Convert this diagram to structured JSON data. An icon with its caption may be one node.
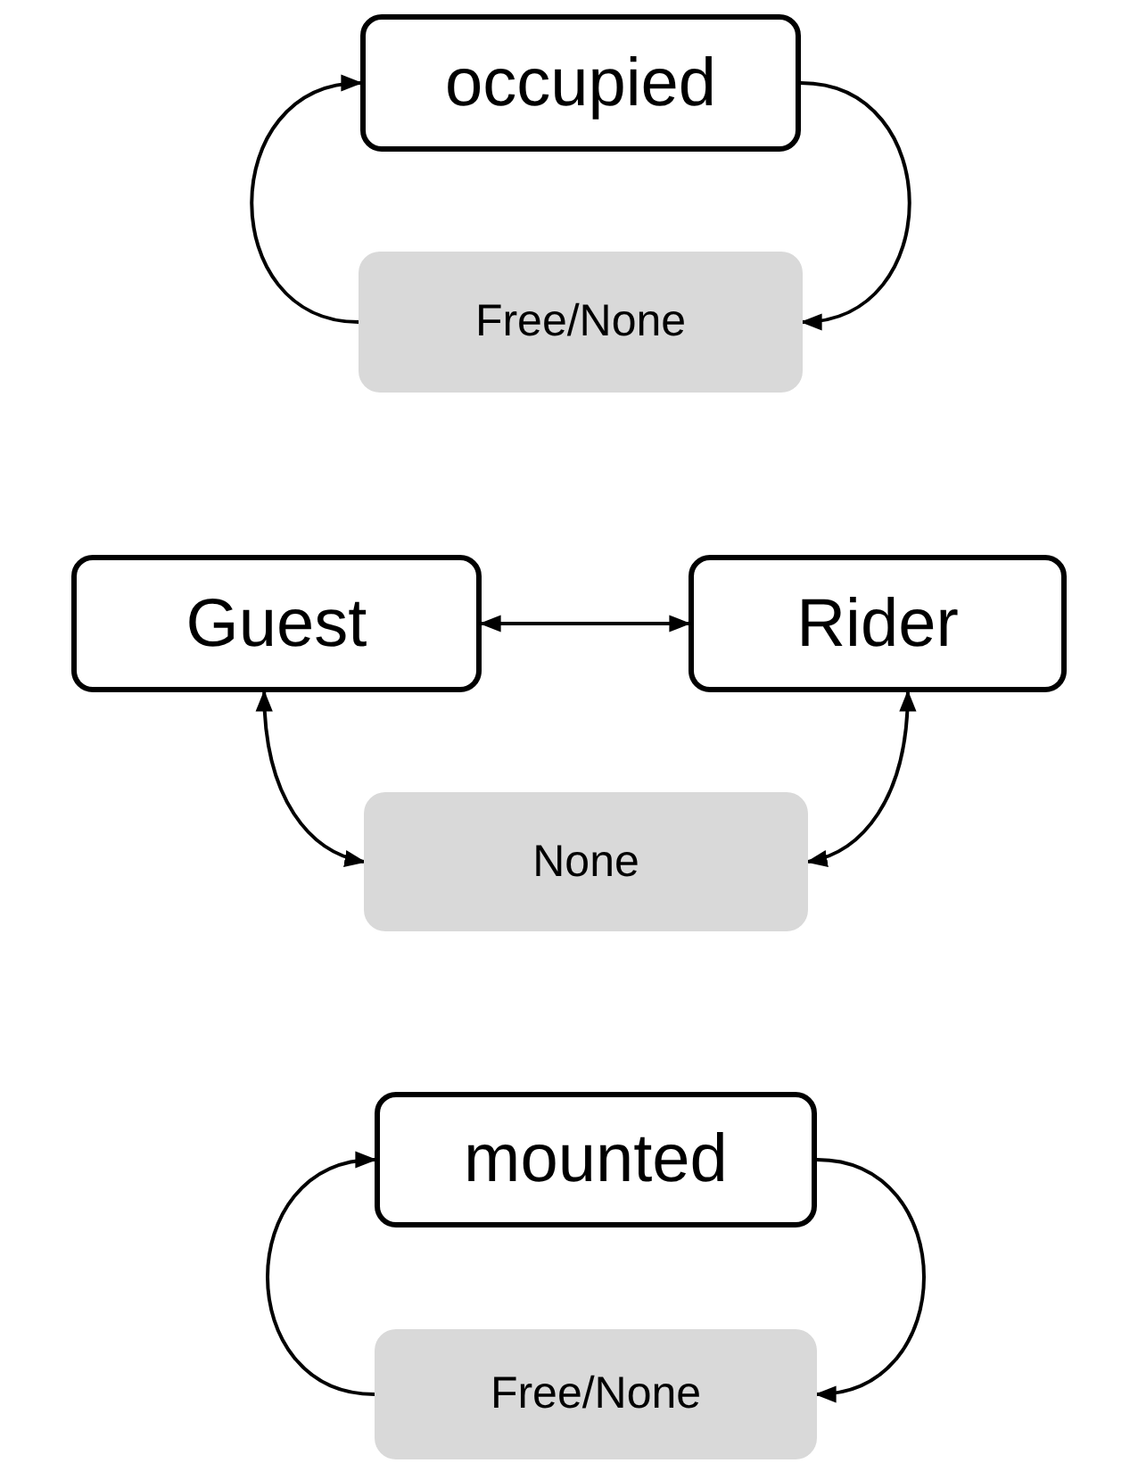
{
  "diagram": {
    "nodes": [
      {
        "text": [
          "occupied"
        ]
      },
      {
        "text": [
          "Free/None"
        ]
      },
      {
        "text": [
          "Guest"
        ]
      },
      {
        "text": [
          "Rider"
        ]
      },
      {
        "text": [
          "None"
        ]
      },
      {
        "text": [
          "mounted"
        ]
      },
      {
        "text": [
          "Free/None"
        ]
      }
    ],
    "edges": [
      {
        "from": 1,
        "to": 0,
        "arrow": "to"
      },
      {
        "from": 0,
        "to": 1,
        "arrow": "to"
      },
      {
        "from": 2,
        "to": 3,
        "arrow": "both"
      },
      {
        "from": 2,
        "to": 4,
        "arrow": "both"
      },
      {
        "from": 3,
        "to": 4,
        "arrow": "both"
      },
      {
        "from": 6,
        "to": 5,
        "arrow": "to"
      },
      {
        "from": 5,
        "to": 6,
        "arrow": "to"
      }
    ]
  }
}
